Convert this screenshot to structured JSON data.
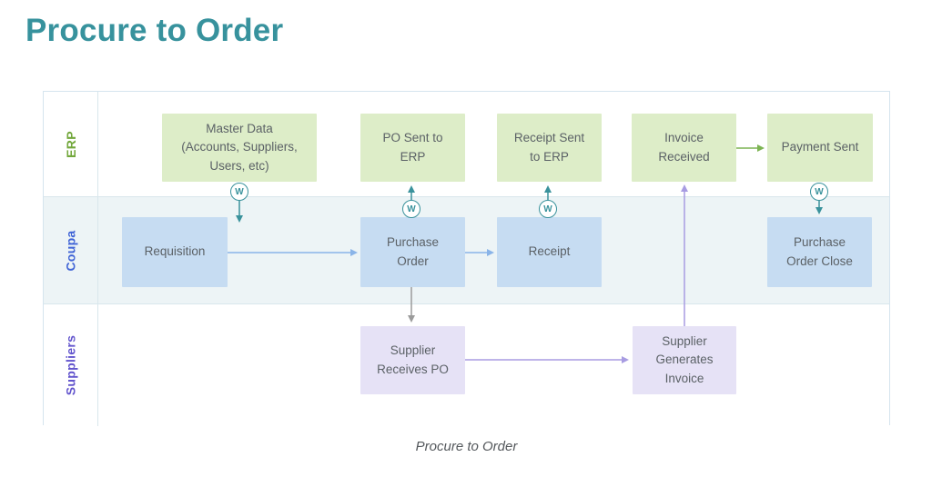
{
  "page": {
    "title": "Procure to Order",
    "caption": "Procure to Order"
  },
  "badge": {
    "letter": "W",
    "meaning": "integration-connector-badge"
  },
  "lanes": [
    {
      "label": "ERP",
      "color": "#72a73b"
    },
    {
      "label": "Coupa",
      "color": "#4064d6"
    },
    {
      "label": "Suppliers",
      "color": "#6254cd"
    }
  ],
  "nodes": {
    "master_data": {
      "label": "Master Data\n(Accounts, Suppliers,\nUsers, etc)"
    },
    "po_sent": {
      "label": "PO Sent to\nERP"
    },
    "receipt_sent": {
      "label": "Receipt Sent\nto ERP"
    },
    "invoice_received": {
      "label": "Invoice\nReceived"
    },
    "payment_sent": {
      "label": "Payment Sent"
    },
    "requisition": {
      "label": "Requisition"
    },
    "purchase_order": {
      "label": "Purchase\nOrder"
    },
    "receipt": {
      "label": "Receipt"
    },
    "po_close": {
      "label": "Purchase\nOrder Close"
    },
    "supplier_receives_po": {
      "label": "Supplier\nReceives PO"
    },
    "supplier_generates_invoice": {
      "label": "Supplier\nGenerates\nInvoice"
    }
  },
  "connections": [
    {
      "from": "master_data",
      "to": "coupa-lane",
      "via": "W",
      "color": "#3a929c"
    },
    {
      "from": "purchase_order",
      "to": "po_sent",
      "via": "W",
      "color": "#3a929c"
    },
    {
      "from": "receipt",
      "to": "receipt_sent",
      "via": "W",
      "color": "#3a929c"
    },
    {
      "from": "payment_sent",
      "to": "po_close",
      "via": "W",
      "color": "#3a929c"
    },
    {
      "from": "requisition",
      "to": "purchase_order",
      "color": "#8ab4e8"
    },
    {
      "from": "purchase_order",
      "to": "receipt",
      "color": "#8ab4e8"
    },
    {
      "from": "invoice_received",
      "to": "payment_sent",
      "color": "#7cb452"
    },
    {
      "from": "purchase_order",
      "to": "supplier_receives_po",
      "color": "#9b9b9b"
    },
    {
      "from": "supplier_receives_po",
      "to": "supplier_generates_invoice",
      "color": "#a89ce2"
    },
    {
      "from": "supplier_generates_invoice",
      "to": "invoice_received",
      "color": "#a89ce2"
    }
  ],
  "colors": {
    "title": "#37929d",
    "node_green": "#ddedc8",
    "node_blue": "#c6dcf2",
    "node_purple": "#e6e2f6",
    "coupa_lane_bg": "#edf4f6",
    "border": "#d5e4ee"
  }
}
